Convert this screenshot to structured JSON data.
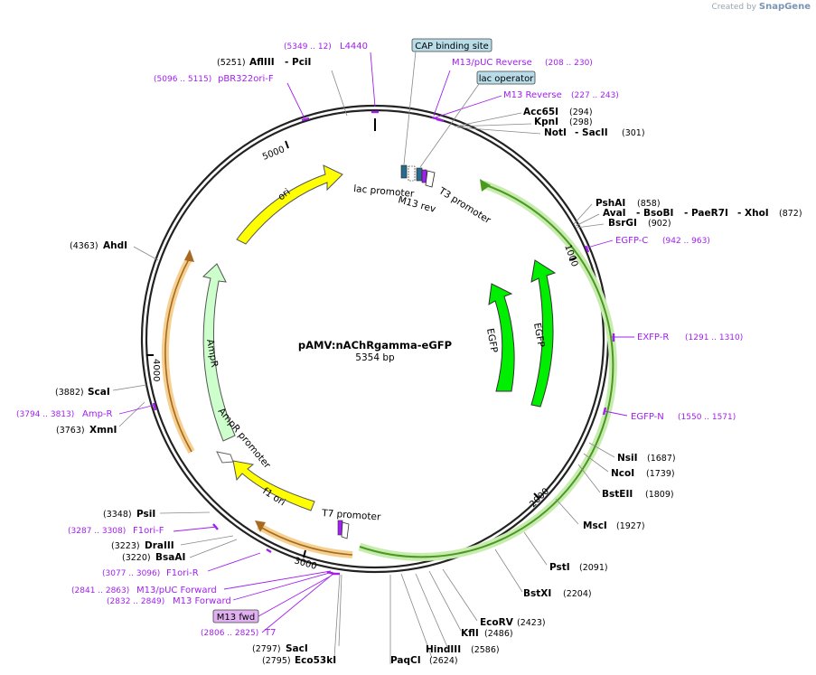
{
  "credit": {
    "prefix": "Created by",
    "brand": "SnapGene"
  },
  "plasmid": {
    "name": "pAMV:nAChRgamma-eGFP",
    "size": "5354 bp"
  },
  "ticks": {
    "t1000": "1000",
    "t2000": "2000",
    "t3000": "3000",
    "t4000": "4000",
    "t5000": "5000"
  },
  "features": {
    "ori": "ori",
    "egfp_outer": "EGFP",
    "egfp_inner": "EGFP",
    "ampr": "AmpR",
    "ampr_promoter": "AmpR promoter",
    "f1_ori": "f1 ori",
    "t7_promoter": "T7 promoter",
    "lac_promoter": "lac promoter",
    "m13_rev": "M13 rev",
    "t3_promoter": "T3 promoter"
  },
  "boxed": {
    "cap": "CAP binding site",
    "lac_operator": "lac operator",
    "m13_fwd": "M13 fwd"
  },
  "enzymes": {
    "afliii": {
      "name": "AflIII",
      "pos": "(5251)"
    },
    "pcii": {
      "name": "- PciI"
    },
    "acc65i": {
      "name": "Acc65I",
      "pos": "(294)"
    },
    "kpni": {
      "name": "KpnI",
      "pos": "(298)"
    },
    "noti": {
      "name": "NotI"
    },
    "sacii": {
      "name": "- SacII",
      "pos": "(301)"
    },
    "pshai": {
      "name": "PshAI",
      "pos": "(858)"
    },
    "avai": {
      "name": "AvaI"
    },
    "bsobi": {
      "name": "- BsoBI"
    },
    "paer7i": {
      "name": "- PaeR7I"
    },
    "xhoi": {
      "name": "- XhoI",
      "pos": "(872)"
    },
    "bsrgi": {
      "name": "BsrGI",
      "pos": "(902)"
    },
    "nsii": {
      "name": "NsiI",
      "pos": "(1687)"
    },
    "ncoi": {
      "name": "NcoI",
      "pos": "(1739)"
    },
    "bsteii": {
      "name": "BstEII",
      "pos": "(1809)"
    },
    "msci": {
      "name": "MscI",
      "pos": "(1927)"
    },
    "psti": {
      "name": "PstI",
      "pos": "(2091)"
    },
    "bstxi": {
      "name": "BstXI",
      "pos": "(2204)"
    },
    "ecorv": {
      "name": "EcoRV",
      "pos": "(2423)"
    },
    "kfli": {
      "name": "KflI",
      "pos": "(2486)"
    },
    "hindiii": {
      "name": "HindIII",
      "pos": "(2586)"
    },
    "paqci": {
      "name": "PaqCI",
      "pos": "(2624)"
    },
    "saci": {
      "name": "SacI",
      "pos": "(2797)"
    },
    "eco53ki": {
      "name": "Eco53kI",
      "pos": "(2795)"
    },
    "bsaai": {
      "name": "BsaAI",
      "pos": "(3220)"
    },
    "draiii": {
      "name": "DraIII",
      "pos": "(3223)"
    },
    "psii": {
      "name": "PsiI",
      "pos": "(3348)"
    },
    "xmni": {
      "name": "XmnI",
      "pos": "(3763)"
    },
    "scai": {
      "name": "ScaI",
      "pos": "(3882)"
    },
    "ahdi": {
      "name": "AhdI",
      "pos": "(4363)"
    }
  },
  "primers": {
    "l4440": {
      "name": "L4440",
      "pos": "(5349 .. 12)"
    },
    "pbr322": {
      "name": "pBR322ori-F",
      "pos": "(5096 .. 5115)"
    },
    "m13puc_rev": {
      "name": "M13/pUC Reverse",
      "pos": "(208 .. 230)"
    },
    "m13_reverse": {
      "name": "M13 Reverse",
      "pos": "(227 .. 243)"
    },
    "egfp_c": {
      "name": "EGFP-C",
      "pos": "(942 .. 963)"
    },
    "exfp_r": {
      "name": "EXFP-R",
      "pos": "(1291 .. 1310)"
    },
    "egfp_n": {
      "name": "EGFP-N",
      "pos": "(1550 .. 1571)"
    },
    "amp_r": {
      "name": "Amp-R",
      "pos": "(3794 .. 3813)"
    },
    "f1ori_f": {
      "name": "F1ori-F",
      "pos": "(3287 .. 3308)"
    },
    "f1ori_r": {
      "name": "F1ori-R",
      "pos": "(3077 .. 3096)"
    },
    "m13puc_fwd": {
      "name": "M13/pUC Forward",
      "pos": "(2841 .. 2863)"
    },
    "m13_forward": {
      "name": "M13 Forward",
      "pos": "(2832 .. 2849)"
    },
    "t7": {
      "name": "T7",
      "pos": "(2806 .. 2825)"
    }
  },
  "colors": {
    "backbone": "#222222",
    "ori": "#ffff00",
    "egfp": "#00ee00",
    "ampr": "#ccffcc",
    "primer": "#a020f0",
    "cds_highlight": "#e8a840",
    "egfp_highlight": "#b8e090",
    "boxed_bg": "#b8dce8",
    "m13fwd_bg": "#e0b0f0"
  }
}
